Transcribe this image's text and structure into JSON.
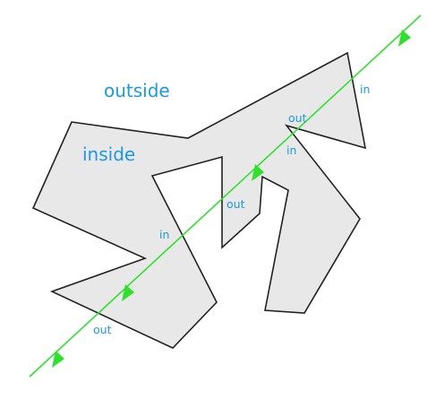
{
  "diagram": {
    "region_labels": {
      "outside": "outside",
      "inside": "inside"
    },
    "crossing_labels": [
      "in",
      "out",
      "in",
      "out",
      "in",
      "out"
    ],
    "colors": {
      "polygon_fill": "#e8e8e8",
      "polygon_stroke": "#222222",
      "ray": "#2fe02f",
      "label_text": "#1a9ae0",
      "background": "#ffffff"
    }
  }
}
